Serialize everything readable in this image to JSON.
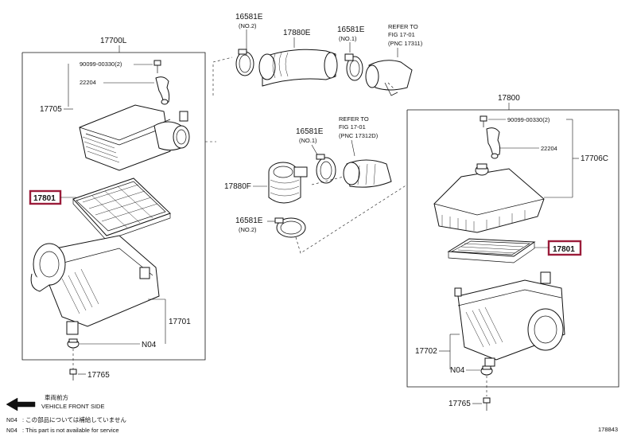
{
  "labels": {
    "part_17700L": "17700L",
    "bolt_90099_left": "90099-00330(2)",
    "hose_22204_left": "22204",
    "cap_17705": "17705",
    "filter_17801_left": "17801",
    "case_17701": "17701",
    "n04_left": "N04",
    "bolt_17765_left": "17765",
    "clamp_16581E_top_a": "16581E",
    "clamp_no2_top_a": "(NO.2)",
    "hose_17880E": "17880E",
    "clamp_16581E_top_b": "16581E",
    "clamp_no1_top_b": "(NO.1)",
    "refer_top_line1": "REFER TO",
    "refer_top_line2": "FIG 17-01",
    "refer_top_line3": "(PNC 17311)",
    "clamp_16581E_mid_a": "16581E",
    "clamp_no1_mid_a": "(NO.1)",
    "refer_mid_line1": "REFER TO",
    "refer_mid_line2": "FIG 17-01",
    "refer_mid_line3": "(PNC 17312D)",
    "hose_17880F": "17880F",
    "clamp_16581E_mid_b": "16581E",
    "clamp_no2_mid_b": "(NO.2)",
    "part_17800": "17800",
    "bolt_90099_right": "90099-00330(2)",
    "hose_22204_right": "22204",
    "cap_17706C": "17706C",
    "filter_17801_right": "17801",
    "case_17702": "17702",
    "n04_right": "N04",
    "bolt_17765_right": "17765"
  },
  "legend": {
    "front_jp": "車両前方",
    "front_en": "VEHICLE FRONT SIDE",
    "note_jp_code": "N04",
    "note_jp_text": ": この部品については補給していません",
    "note_en_code": "N04",
    "note_en_text": ": This part is not available for service"
  },
  "figure_id": "178843",
  "colors": {
    "line": "#111111",
    "highlight": "#9b1c3a",
    "background": "#ffffff"
  }
}
